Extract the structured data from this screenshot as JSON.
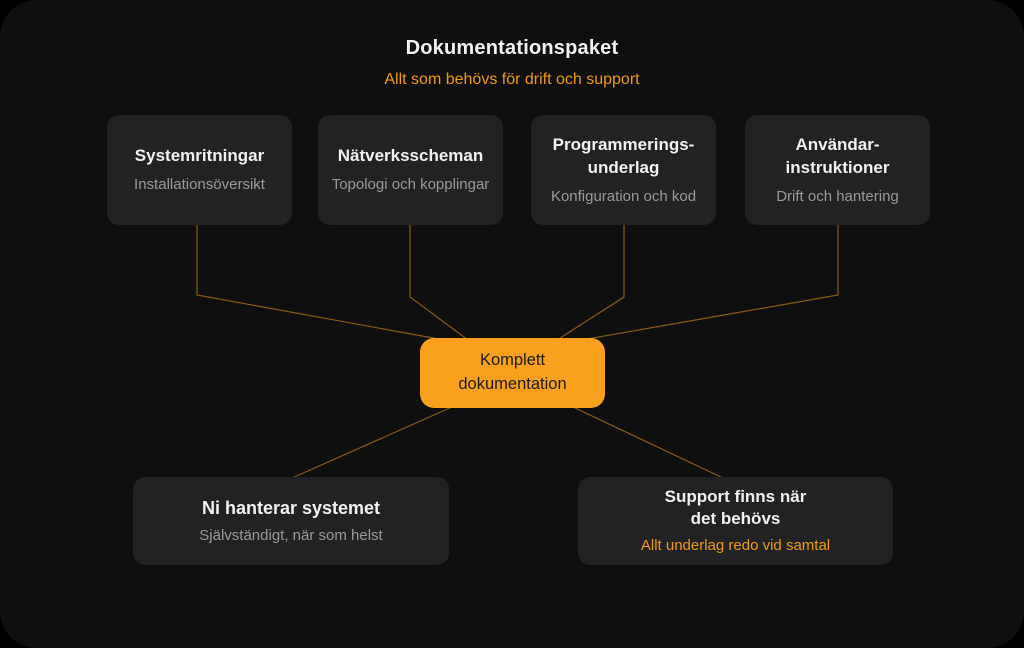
{
  "header": {
    "title": "Dokumentationspaket",
    "subtitle": "Allt som behövs för drift och support"
  },
  "top_boxes": [
    {
      "title": "Systemritningar",
      "subtitle": "Installationsöversikt"
    },
    {
      "title": "Nätverksscheman",
      "subtitle": "Topologi och kopplingar"
    },
    {
      "title": "Programmerings-\nunderlag",
      "subtitle": "Konfiguration och kod"
    },
    {
      "title": "Användar-\ninstruktioner",
      "subtitle": "Drift och hantering"
    }
  ],
  "center_box": {
    "label": "Komplett\ndokumentation"
  },
  "bottom_boxes": [
    {
      "title": "Ni hanterar systemet",
      "subtitle": "Självständigt, när som helst",
      "subtitle_style": "muted"
    },
    {
      "title": "Support finns när\ndet behövs",
      "subtitle": "Allt underlag redo vid samtal",
      "subtitle_style": "accent"
    }
  ],
  "edges": [
    {
      "from": "systemritningar",
      "to": "komplett-dokumentation"
    },
    {
      "from": "natverksscheman",
      "to": "komplett-dokumentation"
    },
    {
      "from": "programmeringsunderlag",
      "to": "komplett-dokumentation"
    },
    {
      "from": "anvandarinstruktioner",
      "to": "komplett-dokumentation"
    },
    {
      "from": "komplett-dokumentation",
      "to": "ni-hanterar-systemet"
    },
    {
      "from": "komplett-dokumentation",
      "to": "support-finns"
    }
  ],
  "colors": {
    "accent": "#ee9b0e",
    "center_box": "#f9a11c",
    "center_text": "#1c1c1c",
    "line": "#8a5c16",
    "canvas_bg": "#0f0f10",
    "box_bg": "#222224",
    "title": "#f2f2f2",
    "muted": "#9a9a9a"
  }
}
